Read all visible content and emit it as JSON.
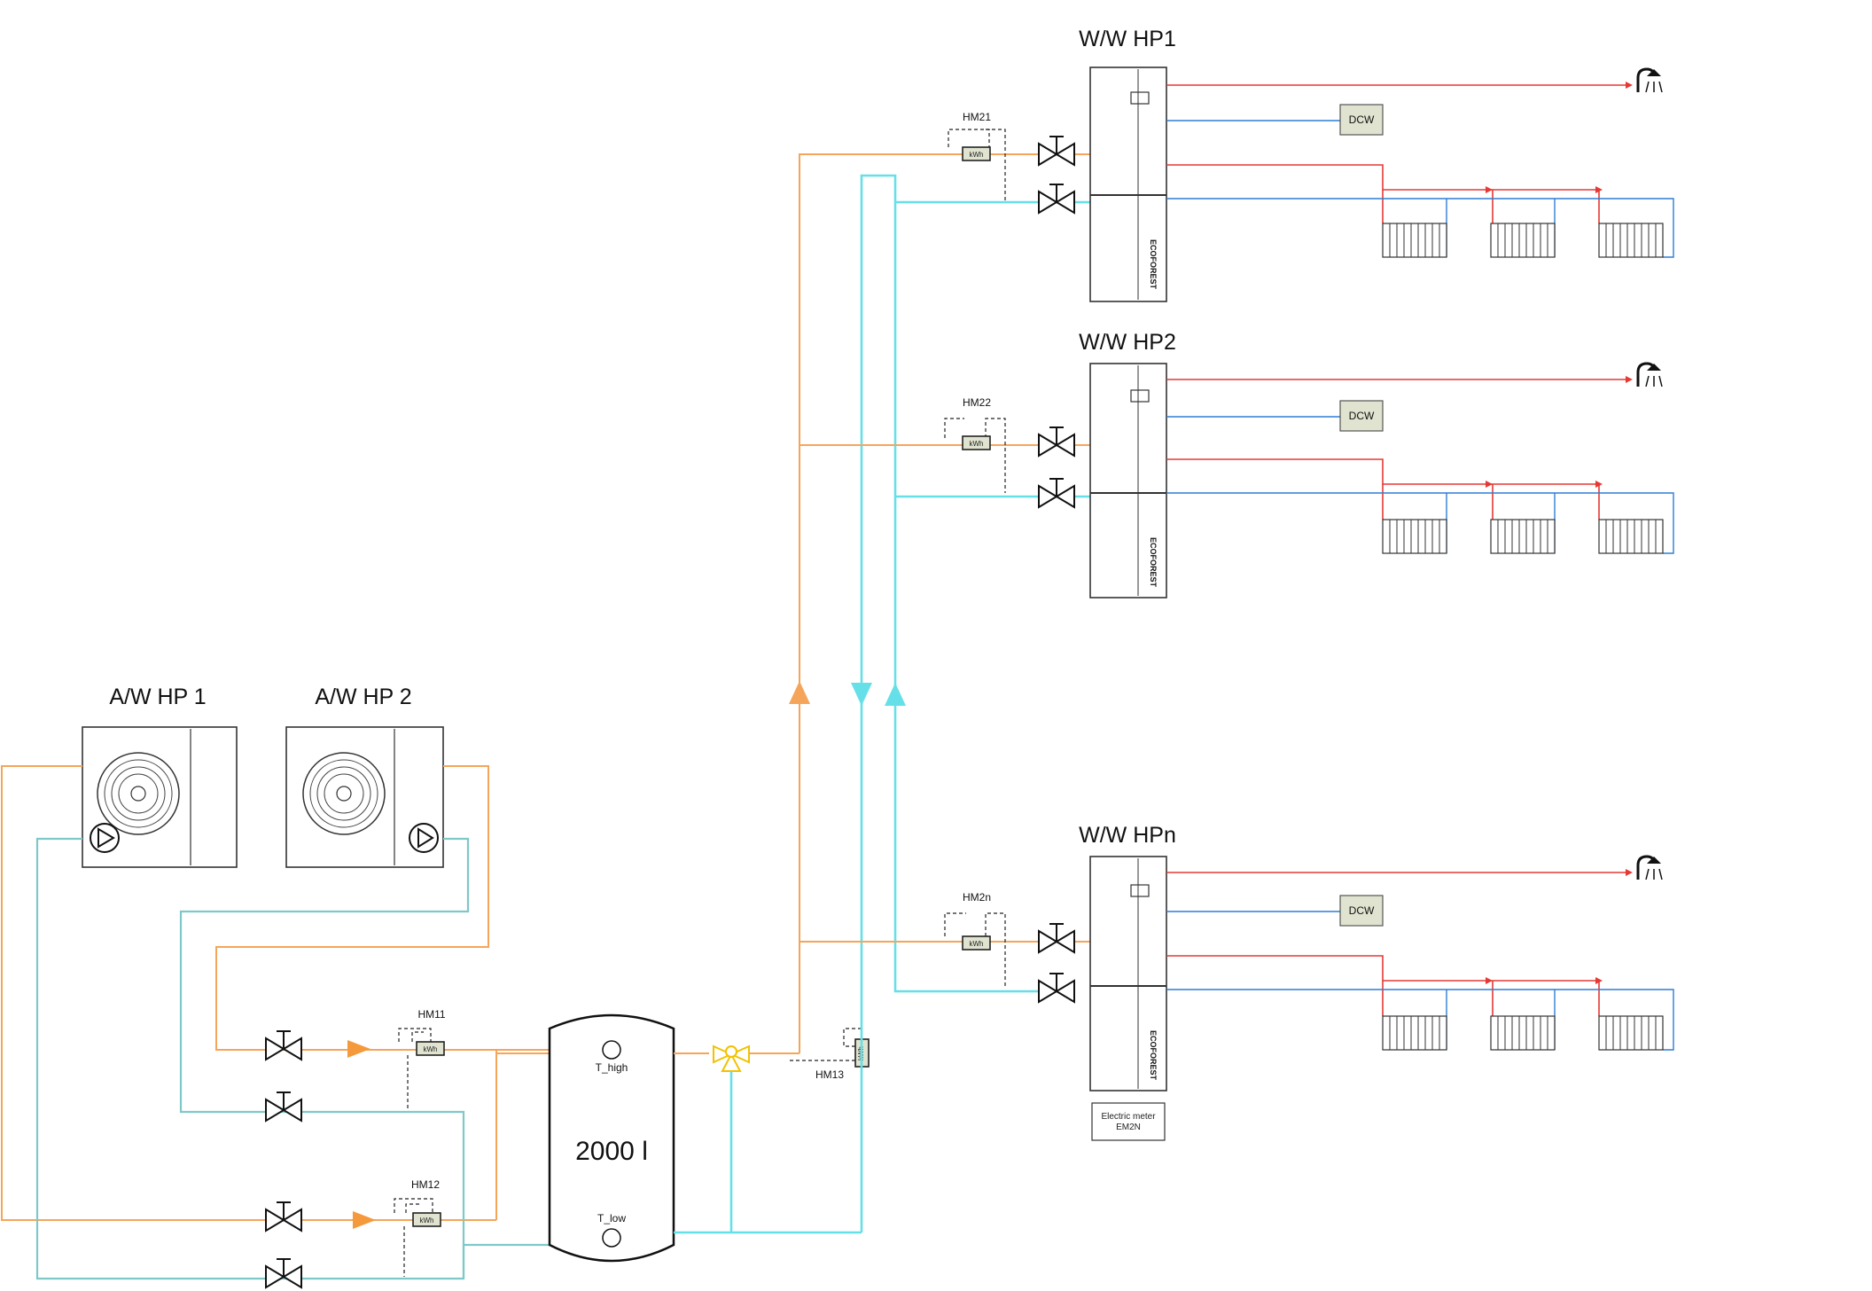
{
  "outdoor_units": [
    {
      "label": "A/W HP 1"
    },
    {
      "label": "A/W HP 2"
    }
  ],
  "indoor_units": [
    {
      "label": "W/W HP1",
      "meter": "HM21"
    },
    {
      "label": "W/W HP2",
      "meter": "HM22"
    },
    {
      "label": "W/W HPn",
      "meter": "HM2n"
    }
  ],
  "meters": {
    "hm11": "HM11",
    "hm12": "HM12",
    "hm13": "HM13",
    "unit": "kWh"
  },
  "tank": {
    "volume": "2000 l",
    "sensor_high": "T_high",
    "sensor_low": "T_low"
  },
  "dcw": "DCW",
  "electric_meter": {
    "line1": "Electric meter",
    "line2": "EM2N"
  },
  "brand": "ECOFOREST"
}
